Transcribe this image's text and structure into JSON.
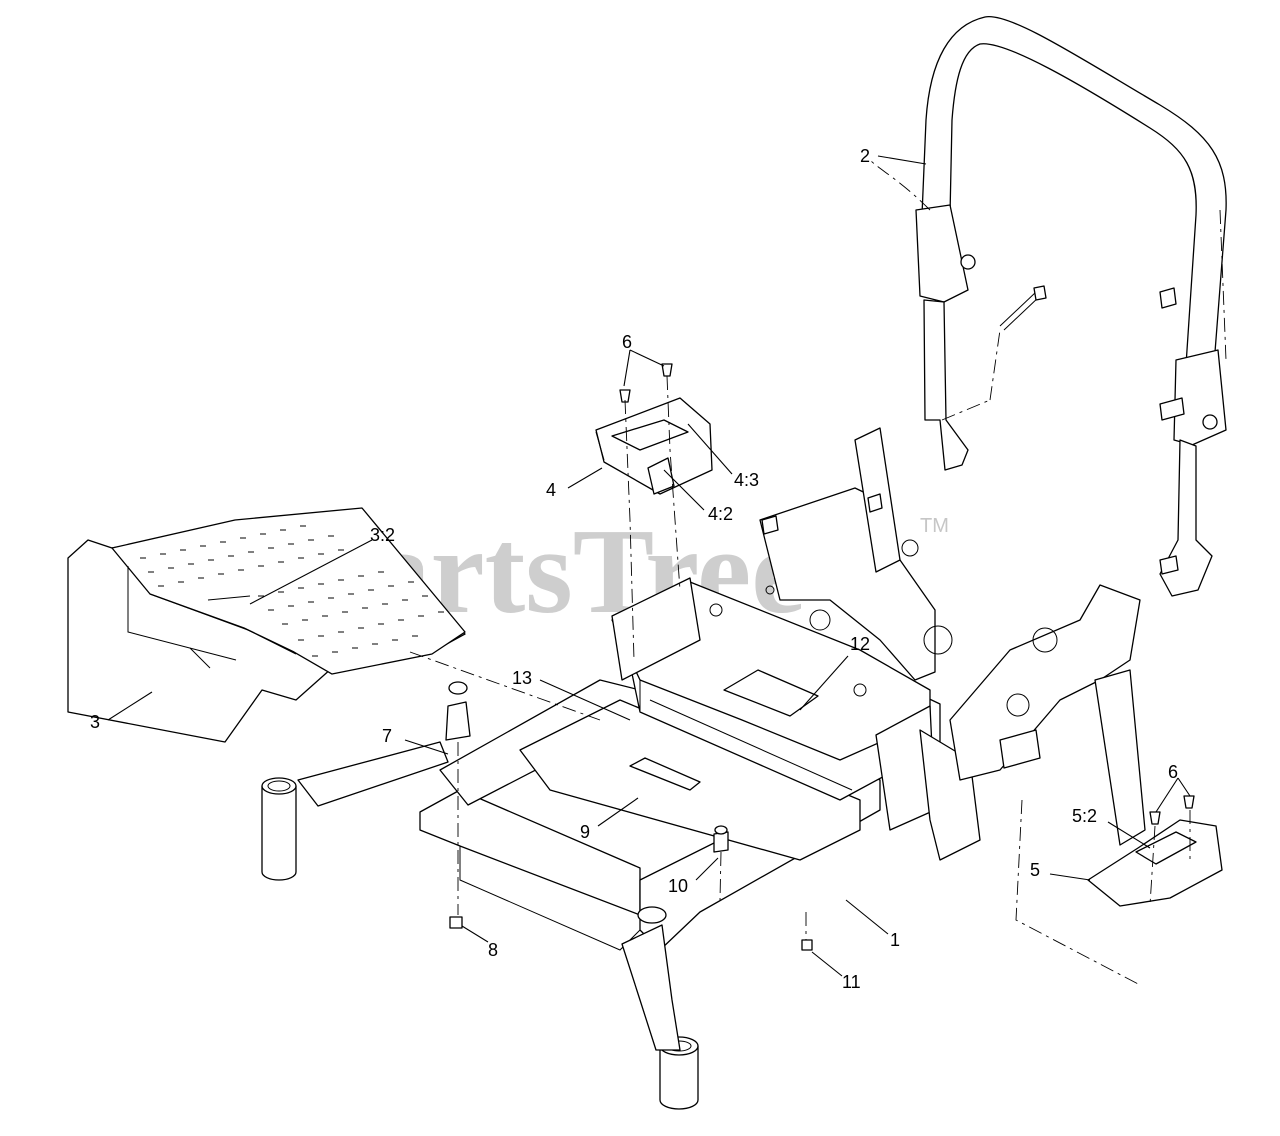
{
  "watermark": {
    "text": "PartsTree",
    "tm": "TM",
    "color": "#c6c6c6"
  },
  "callouts": {
    "c1": "1",
    "c2": "2",
    "c3": "3",
    "c3_2": "3:2",
    "c4": "4",
    "c4_2": "4:2",
    "c4_3": "4:3",
    "c5": "5",
    "c5_2": "5:2",
    "c6a": "6",
    "c6b": "6",
    "c7": "7",
    "c8": "8",
    "c9": "9",
    "c10": "10",
    "c11": "11",
    "c12": "12",
    "c13": "13"
  }
}
